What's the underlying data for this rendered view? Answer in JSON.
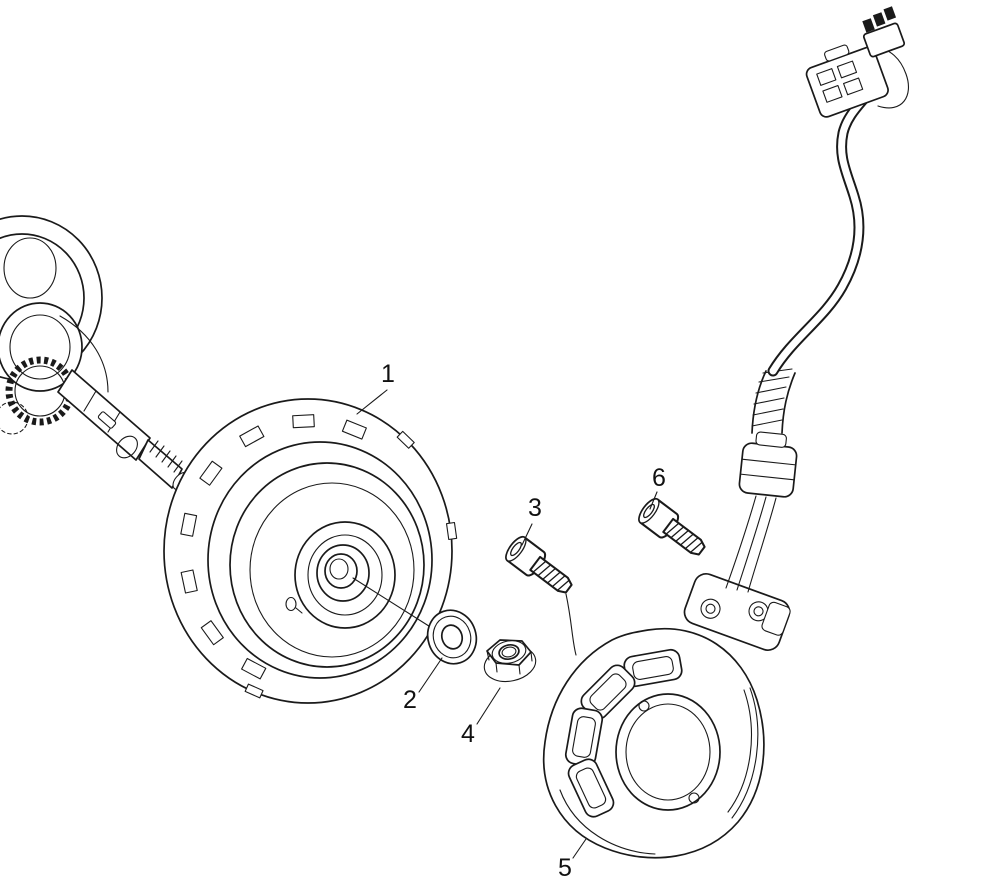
{
  "figure": {
    "kind": "exploded-parts-diagram",
    "background": "#ffffff",
    "line_color": "#1a1a1a",
    "label_color": "#111111"
  },
  "callouts": {
    "c1": "1",
    "c2": "2",
    "c3": "3",
    "c4": "4",
    "c5": "5",
    "c6": "6"
  }
}
